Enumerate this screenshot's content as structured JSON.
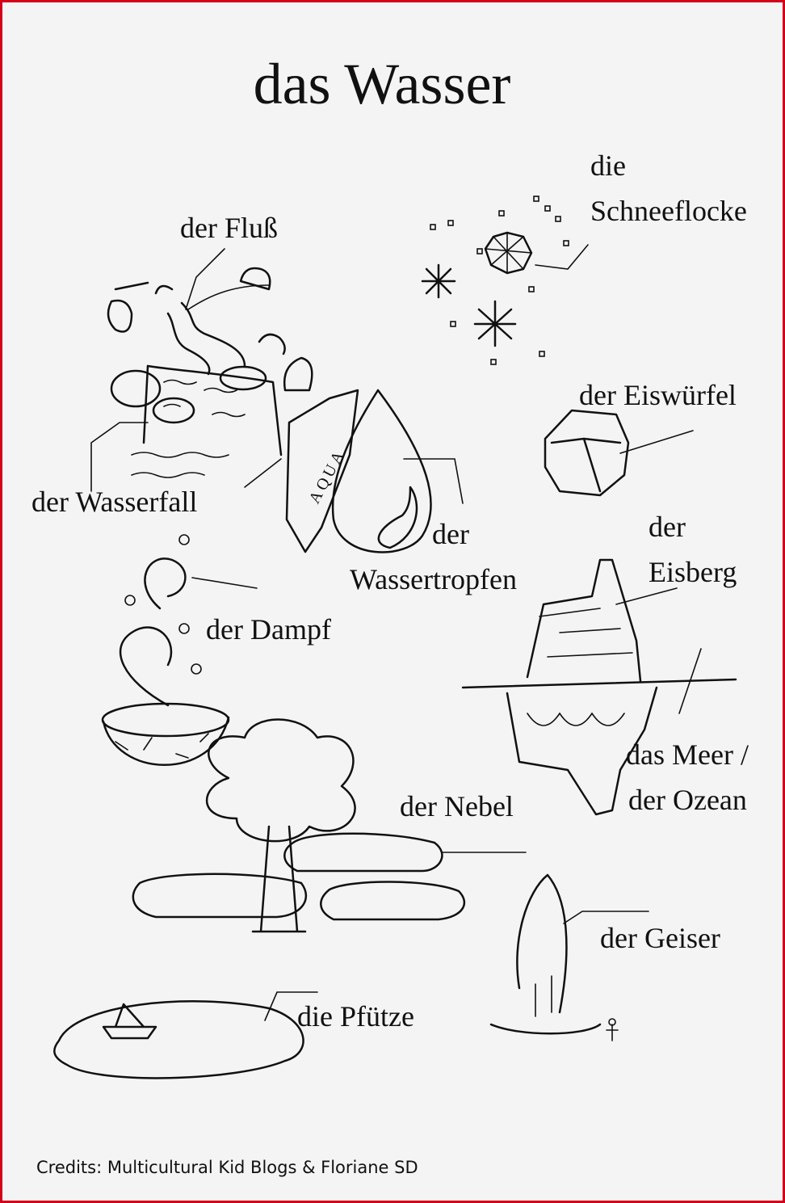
{
  "title": "das Wasser",
  "labels": {
    "fluss": "der Fluß",
    "schneeflocke_1": "die",
    "schneeflocke_2": "Schneeflocke",
    "eiswuerfel": "der Eiswürfel",
    "wasserfall": "der Wasserfall",
    "wassertropfen_1": "der",
    "wassertropfen_2": "Wassertropfen",
    "eisberg_1": "der",
    "eisberg_2": "Eisberg",
    "dampf": "der Dampf",
    "meer_1": "das Meer /",
    "meer_2": "der Ozean",
    "nebel": "der Nebel",
    "geiser": "der Geiser",
    "pfuetze": "die Pfütze"
  },
  "aqua_text": "AQUA",
  "credits": "Credits: Multicultural Kid Blogs & Floriane SD",
  "icons": [
    "river-icon",
    "waterfall-icon",
    "snowflake-icon",
    "ice-cube-icon",
    "water-drop-icon",
    "iceberg-icon",
    "steam-bowl-icon",
    "fog-tree-icon",
    "geyser-icon",
    "puddle-boat-icon"
  ],
  "colors": {
    "border": "#d4001a",
    "ink": "#111111",
    "paper": "#f4f4f4"
  }
}
